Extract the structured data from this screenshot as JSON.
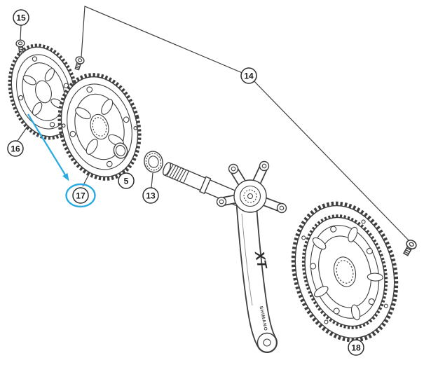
{
  "diagram": {
    "background_color": "#ffffff",
    "line_color": "#3f3f3f",
    "highlight_color": "#29abe2",
    "highlighted_callout": "17",
    "callouts": {
      "c15": "15",
      "c16": "16",
      "c17": "17",
      "c5": "5",
      "c13": "13",
      "c14": "14",
      "c18": "18"
    },
    "crank": {
      "logo": "XT",
      "brand": "SHIMANO"
    }
  }
}
